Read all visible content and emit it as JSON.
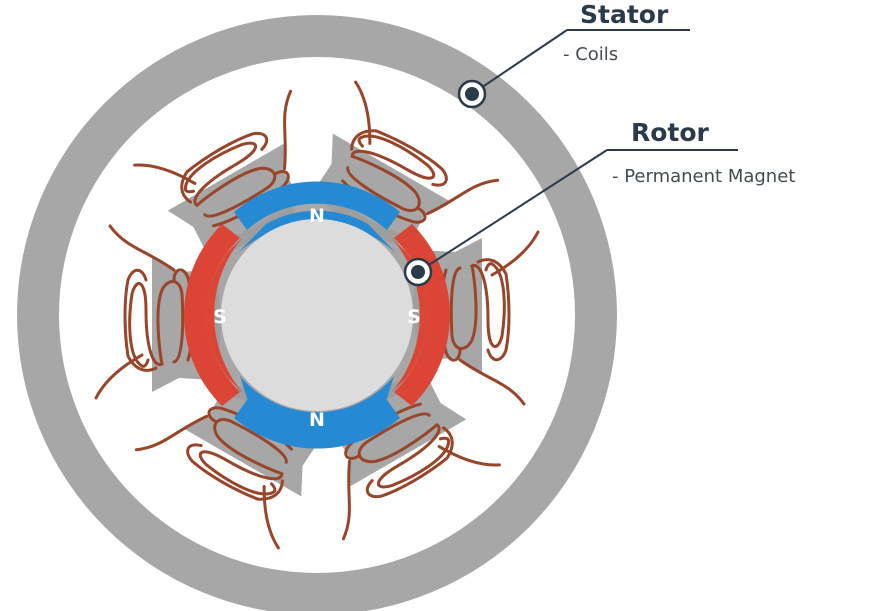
{
  "callouts": {
    "stator": {
      "title": "Stator",
      "subtitle": "- Coils"
    },
    "rotor": {
      "title": "Rotor",
      "subtitle": "- Permanent Magnet"
    }
  },
  "poles": {
    "north": "N",
    "south": "S"
  },
  "colors": {
    "stator": "#a7a7a7",
    "rotor_core": "#dcdcdc",
    "north_magnet": "#2689d3",
    "south_magnet": "#dc4535",
    "coil": "#99452a",
    "leader": "#2b3a4a"
  }
}
